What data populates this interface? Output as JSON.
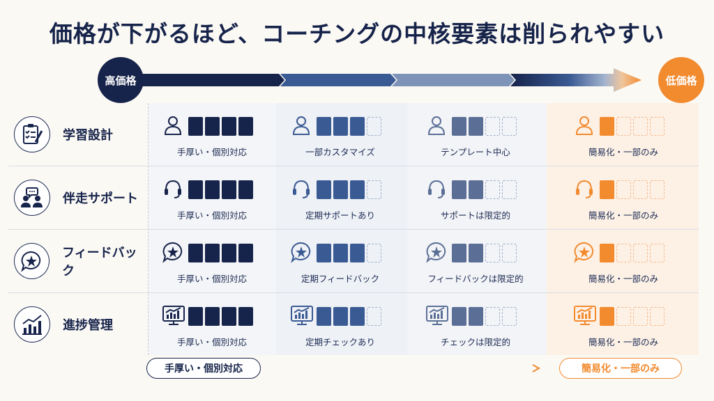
{
  "title": "価格が下がるほど、コーチングの中核要素は削られやすい",
  "price_scale": {
    "high_label": "高価格",
    "low_label": "低価格"
  },
  "colors": {
    "navy": "#16234a",
    "blue": "#3a5a93",
    "slate": "#5b6f96",
    "orange": "#f28a2e"
  },
  "rows": [
    {
      "label": "学習設計",
      "icon": "checklist-pencil-icon",
      "cell_icon": "person-icon",
      "cells": [
        {
          "filled": 4,
          "label": "手厚い・個別対応"
        },
        {
          "filled": 3,
          "label": "一部カスタマイズ"
        },
        {
          "filled": 2,
          "label": "テンプレート中心"
        },
        {
          "filled": 1,
          "label": "簡易化・一部のみ"
        }
      ]
    },
    {
      "label": "伴走サポート",
      "icon": "people-chat-icon",
      "cell_icon": "headset-icon",
      "cells": [
        {
          "filled": 4,
          "label": "手厚い・個別対応"
        },
        {
          "filled": 3,
          "label": "定期サポートあり"
        },
        {
          "filled": 2,
          "label": "サポートは限定的"
        },
        {
          "filled": 1,
          "label": "簡易化・一部のみ"
        }
      ]
    },
    {
      "label": "フィードバック",
      "icon": "star-bubble-icon",
      "cell_icon": "star-bubble-icon",
      "cells": [
        {
          "filled": 4,
          "label": "手厚い・個別対応"
        },
        {
          "filled": 3,
          "label": "定期フィードバック"
        },
        {
          "filled": 2,
          "label": "フィードバックは限定的"
        },
        {
          "filled": 1,
          "label": "簡易化・一部のみ"
        }
      ]
    },
    {
      "label": "進捗管理",
      "icon": "bar-chart-icon",
      "cell_icon": "monitor-chart-icon",
      "cells": [
        {
          "filled": 4,
          "label": "手厚い・個別対応"
        },
        {
          "filled": 3,
          "label": "定期チェックあり"
        },
        {
          "filled": 2,
          "label": "チェックは限定的"
        },
        {
          "filled": 1,
          "label": "簡易化・一部のみ"
        }
      ]
    }
  ],
  "legend": {
    "left": "手厚い・個別対応",
    "right": "簡易化・一部のみ"
  }
}
